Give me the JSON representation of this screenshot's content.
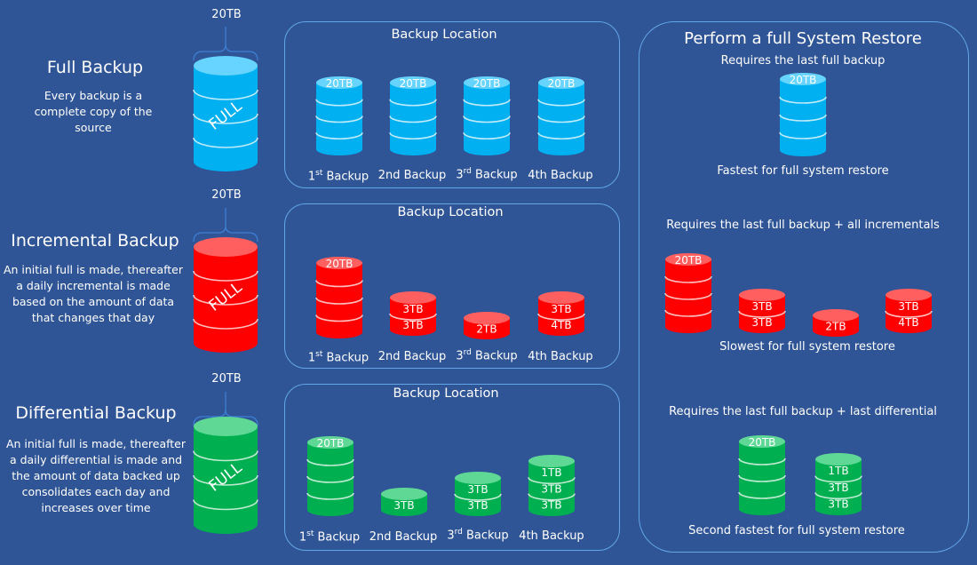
{
  "colors": {
    "background": "#2f5597",
    "panel_border": "#62a6e6",
    "full_body": "#00b0f0",
    "full_top": "#66d4ff",
    "incremental_body": "#ff0000",
    "incremental_top": "#ff5f5f",
    "differential_body": "#00b050",
    "differential_top": "#5fd895"
  },
  "full_section": {
    "size_label": "20TB",
    "title": "Full Backup",
    "description": "Every backup is a complete copy of the source",
    "cylinder_label": "FULL"
  },
  "incremental_section": {
    "size_label": "20TB",
    "title": "Incremental Backup",
    "description": "An initial full is made, thereafter a daily incremental is made based on the amount of data that changes that day",
    "cylinder_label": "FULL"
  },
  "differential_section": {
    "size_label": "20TB",
    "title": "Differential Backup",
    "description": "An initial full is made, thereafter a daily differential is made and the amount of data backed up consolidates each day and increases over time",
    "cylinder_label": "FULL"
  },
  "location_full": {
    "title": "Backup Location",
    "labels": [
      "20TB",
      "20TB",
      "20TB",
      "20TB"
    ],
    "captions": {
      "b1_num": "1",
      "b1_sup": "st",
      "b1_rest": " Backup",
      "b2": "2nd Backup",
      "b3_num": "3",
      "b3_sup": "rd",
      "b3_rest": " Backup",
      "b4": "4th Backup"
    }
  },
  "location_incremental": {
    "title": "Backup Location",
    "labels": [
      "20TB",
      "3TB",
      "3TB",
      "2TB",
      "3TB",
      "4TB"
    ],
    "captions": {
      "b1_num": "1",
      "b1_sup": "st",
      "b1_rest": " Backup",
      "b2": "2nd Backup",
      "b3_num": "3",
      "b3_sup": "rd",
      "b3_rest": " Backup",
      "b4": "4th Backup"
    }
  },
  "location_differential": {
    "title": "Backup Location",
    "labels": [
      "20TB",
      "3TB",
      "3TB",
      "3TB",
      "1TB",
      "3TB",
      "3TB"
    ],
    "captions": {
      "b1_num": "1",
      "b1_sup": "st",
      "b1_rest": " Backup",
      "b2": "2nd Backup",
      "b3_num": "3",
      "b3_sup": "rd",
      "b3_rest": " Backup",
      "b4": "4th Backup"
    }
  },
  "restore": {
    "title": "Perform a full System Restore",
    "full_req": "Requires the last full backup",
    "full_label": "20TB",
    "full_note": "Fastest for full system restore",
    "inc_req": "Requires the last full backup + all incrementals",
    "inc_labels": [
      "20TB",
      "3TB",
      "3TB",
      "2TB",
      "3TB",
      "4TB"
    ],
    "inc_note": "Slowest for full system restore",
    "diff_req": "Requires the last full backup + last differential",
    "diff_labels": [
      "20TB",
      "1TB",
      "3TB",
      "3TB"
    ],
    "diff_note": "Second fastest for full system restore"
  }
}
